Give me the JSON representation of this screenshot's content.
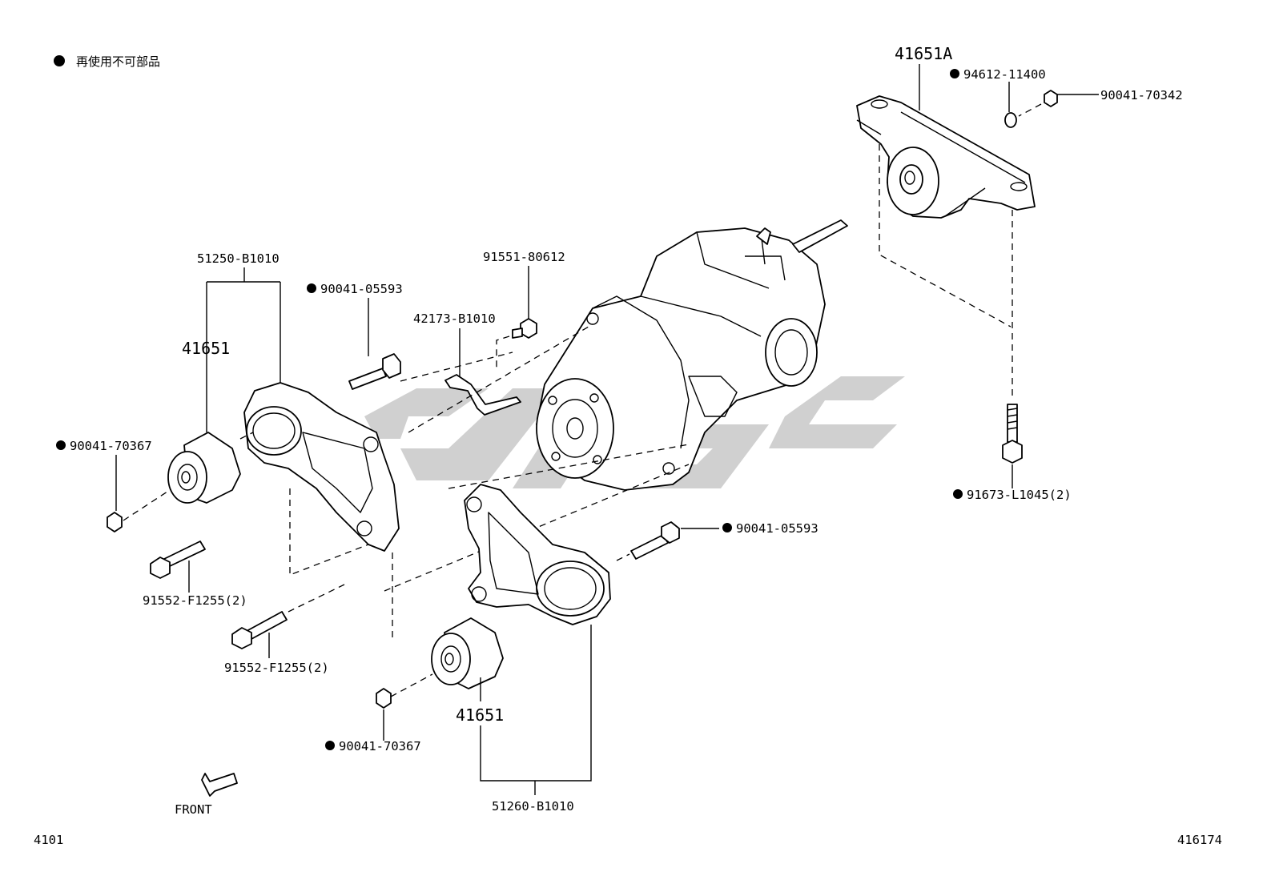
{
  "legend": {
    "bullet_note": "再使用不可部品"
  },
  "labels": {
    "p41651A": "41651A",
    "p94612": "94612-11400",
    "p90041_70342": "90041-70342",
    "p51250": "51250-B1010",
    "p90041_05593_top": "90041-05593",
    "p91551": "91551-80612",
    "p42173": "42173-B1010",
    "p41651_left": "41651",
    "p90041_70367_left": "90041-70367",
    "p91552_a": "91552-F1255(2)",
    "p91552_b": "91552-F1255(2)",
    "p90041_05593_right": "90041-05593",
    "p91673": "91673-L1045(2)",
    "p90041_70367_bottom": "90041-70367",
    "p41651_bottom": "41651",
    "p51260": "51260-B1010"
  },
  "front_label": "FRONT",
  "footer": {
    "left_code": "4101",
    "right_code": "416174"
  },
  "colors": {
    "line": "#000000",
    "watermark": "#c8c8c8",
    "background": "#ffffff"
  }
}
